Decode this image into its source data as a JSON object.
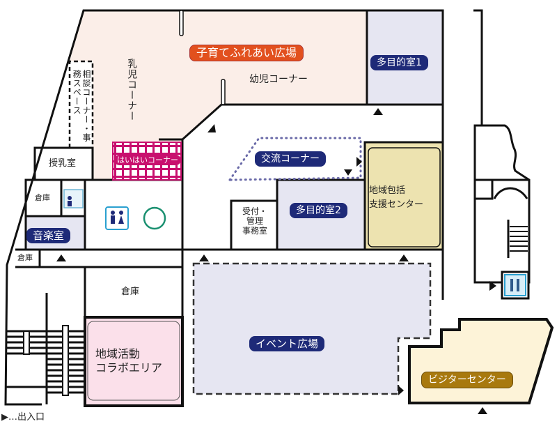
{
  "rooms": {
    "kosodate": "子育てふれあい広場",
    "yoji": "幼児コーナー",
    "nyuji": "乳児コーナー",
    "soudan": "相談コーナー・事務スペース",
    "junyu": "授乳室",
    "haihai": "はいはいコーナー",
    "souko1": "倉庫",
    "ongaku": "音楽室",
    "souko2": "倉庫",
    "souko3": "倉庫",
    "tamokuteki1": "多目的室1",
    "koryu": "交流コーナー",
    "tamokuteki2": "多目的室2",
    "uketsuke": [
      "受付・",
      "管理",
      "事務室"
    ],
    "chiiki_houkatsu": [
      "地域包括",
      "支援センター"
    ],
    "event": "イベント広場",
    "chiiki_katsudo": [
      "地域活動",
      "コラボエリア"
    ],
    "visitor": "ビジターセンター"
  },
  "icons": {
    "wc_small": "wc-icon",
    "restroom": "restroom-icon",
    "multipurpose_toilet": "multipurpose-toilet-icon",
    "elevator": "elevator-icon"
  },
  "legend": {
    "symbol": "▶",
    "text": "…出入口"
  },
  "colors": {
    "orange": "#e2501e",
    "navy": "#1e2a78",
    "magenta": "#c8106e",
    "gold": "#a8790e",
    "pink_area": "#fbeee8",
    "lavender": "#e6e6f2",
    "tan": "#ede3b0",
    "pink_room": "#fbe0ea",
    "cream": "#fdf3d8"
  }
}
